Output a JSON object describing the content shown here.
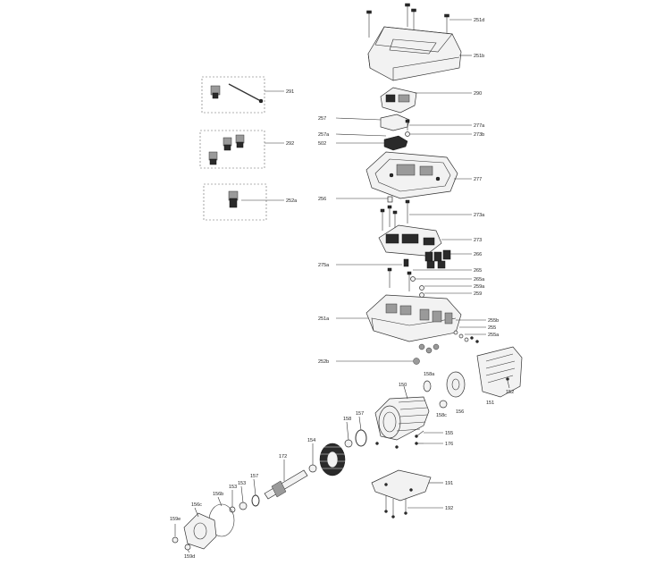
{
  "labels": {
    "l251d": "251d",
    "l251b": "251b",
    "l291": "291",
    "l290": "290",
    "l257": "257",
    "l277a": "277a",
    "l257a": "257a",
    "l273b": "273b",
    "l502": "502",
    "l292": "292",
    "l277": "277",
    "l252a": "252a",
    "l256": "256",
    "l273a": "273a",
    "l273": "273",
    "l266": "266",
    "l275a": "275a",
    "l265": "265",
    "l265a": "265a",
    "l259a": "259a",
    "l259": "259",
    "l251a": "251a",
    "l255b": "255b",
    "l255": "255",
    "l255a": "255a",
    "l252b": "252b",
    "l158a": "158a",
    "l150": "150",
    "l158c": "158c",
    "l156": "156",
    "l151": "151",
    "l152": "152",
    "l157": "157",
    "l158": "158",
    "l155": "155",
    "l176": "176",
    "l154": "154",
    "l172": "172",
    "l191": "191",
    "l153": "153",
    "l153b": "153",
    "l157b": "157",
    "l156c": "156c",
    "l156b": "156b",
    "l192": "192",
    "l159e": "159e",
    "l159d": "159d"
  }
}
